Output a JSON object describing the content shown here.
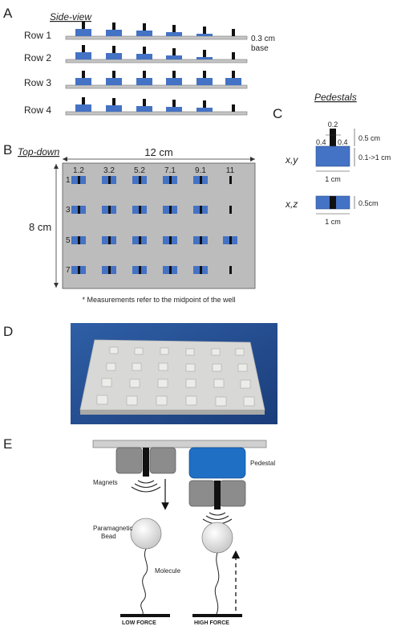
{
  "panels": {
    "a": {
      "letter": "A",
      "title": "Side-view",
      "rows": [
        "Row 1",
        "Row 2",
        "Row 3",
        "Row 4"
      ],
      "base_label_1": "0.3 cm",
      "base_label_2": "base"
    },
    "b": {
      "letter": "B",
      "title": "Top-down",
      "width_label": "12 cm",
      "height_label": "8 cm",
      "col_labels": [
        "1.2",
        "3.2",
        "5.2",
        "7.1",
        "9.1",
        "11"
      ],
      "row_labels": [
        "1",
        "3",
        "5",
        "7"
      ],
      "footnote": "* Measurements refer to the midpoint of the well"
    },
    "c": {
      "letter": "C",
      "title": "Pedestals",
      "xy_label": "x,y",
      "xz_label": "x,z",
      "dim_02": "0.2",
      "dim_04_left": "0.4",
      "dim_04_right": "0.4",
      "dim_05": "0.5 cm",
      "dim_height_range": "0.1->1 cm",
      "dim_width_1": "1 cm",
      "dim_05b": "0.5cm",
      "dim_width_2": "1 cm"
    },
    "d": {
      "letter": "D"
    },
    "e": {
      "letter": "E",
      "magnets": "Magnets",
      "pedestal": "Pedestal",
      "bead_1": "Paramagnetic",
      "bead_2": "Bead",
      "molecule": "Molecule",
      "low_force": "LOW FORCE",
      "high_force": "HIGH FORCE"
    }
  },
  "colors": {
    "well_blue": "#4472c4",
    "pedestal_blue": "#1f6fc5",
    "plate_gray": "#bcbcbc",
    "magnet_gray": "#8c8c8c"
  }
}
